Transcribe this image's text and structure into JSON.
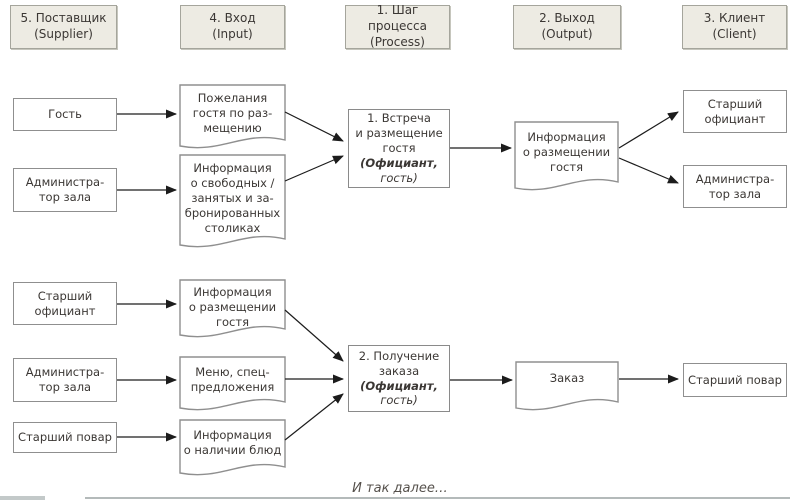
{
  "columns": {
    "supplier": "5. Поставщик\n(Supplier)",
    "input": "4. Вход\n(Input)",
    "process": "1. Шаг процесса\n(Process)",
    "output": "2. Выход\n(Output)",
    "client": "3. Клиент\n(Client)"
  },
  "step1": {
    "suppliers": [
      "Гость",
      "Администра-\nтор зала"
    ],
    "inputs": [
      "Пожелания\nгостя по раз-\nмещению",
      "Информация\nо свободных /\nзанятых и за-\nбронированных\nстоликах"
    ],
    "process": {
      "title": "1. Встреча\nи размещение\nгостя",
      "role_bold": "(Официант,",
      "role_rest": "гость)"
    },
    "outputs": [
      "Информация\nо размещении\nгостя"
    ],
    "clients": [
      "Старший\nофициант",
      "Администра-\nтор зала"
    ]
  },
  "step2": {
    "suppliers": [
      "Старший\nофициант",
      "Администра-\nтор зала",
      "Старший повар"
    ],
    "inputs": [
      "Информация\nо размещении\nгостя",
      "Меню, спец-\nпредложения",
      "Информация\nо наличии блюд"
    ],
    "process": {
      "title": "2. Получение\nзаказа",
      "role_bold": "(Официант,",
      "role_rest": "гость)"
    },
    "outputs": [
      "Заказ"
    ],
    "clients": [
      "Старший повар"
    ]
  },
  "footer": {
    "more_text": "И так далее…"
  },
  "colors": {
    "header_fill": "#edebe3",
    "header_border": "#a5a59c",
    "box_border": "#8f8f8f",
    "arrow": "#1c1c1c",
    "text": "#3b3734",
    "bottom_rule": "#b4baba"
  }
}
